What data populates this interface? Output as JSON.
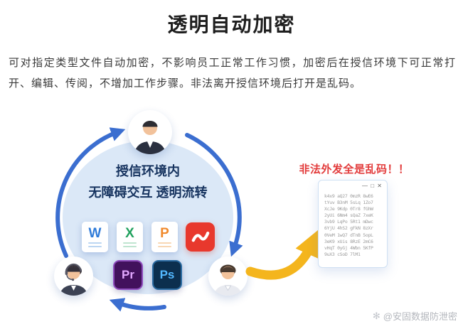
{
  "page": {
    "title": "透明自动加密",
    "description": "可对指定类型文件自动加密，不影响员工正常工作习惯，加密后在授信环境下可正常打开、编辑、传阅，不增加工作步骤。非法离开授信环境后打开是乱码。"
  },
  "diagram": {
    "circle_line1": "授信环境内",
    "circle_line2": "无障碍交互 透明流转",
    "circle_color": "#dbe8f7",
    "arrow_color": "#3b6ed0",
    "file_icons": [
      {
        "name": "word-icon",
        "label": "W",
        "color": "#2f7bd9"
      },
      {
        "name": "excel-icon",
        "label": "X",
        "color": "#21a15e"
      },
      {
        "name": "powerpoint-icon",
        "label": "P",
        "color": "#f08a2d"
      },
      {
        "name": "pdf-icon",
        "label": "",
        "color": "#e8382d"
      },
      {
        "name": "premiere-icon",
        "label": "Pr",
        "color": "#42115c"
      },
      {
        "name": "photoshop-icon",
        "label": "Ps",
        "color": "#0c2f4e"
      }
    ]
  },
  "warning": {
    "text": "非法外发全是乱码！！",
    "color": "#e23b3b"
  },
  "big_arrow": {
    "color": "#f4b51d"
  },
  "document_window": {
    "controls": "— □ ✕",
    "lines": [
      "k4x9 aQ27 0mzR 8wE6",
      "tYuv B3nM 5sLq 1Zo7",
      "XcJe 9Kdp 0Tr8 fGhW",
      "2yUi 6Nm4 sQaZ 7xeK",
      "3vb9 LqPo 5Rt1 mDwc",
      "6YjU 4hS2 gFkN 8zXr",
      "0VeM 1wQ7 dTnB 5opL",
      "3eK9 xUis 8RzE 2mC6",
      "vHqT 0yGj 4Wbn 5KfP",
      "9uX3 cSoD 7lM1"
    ]
  },
  "watermark": {
    "icon": "✻",
    "text": "@安固数据防泄密"
  }
}
